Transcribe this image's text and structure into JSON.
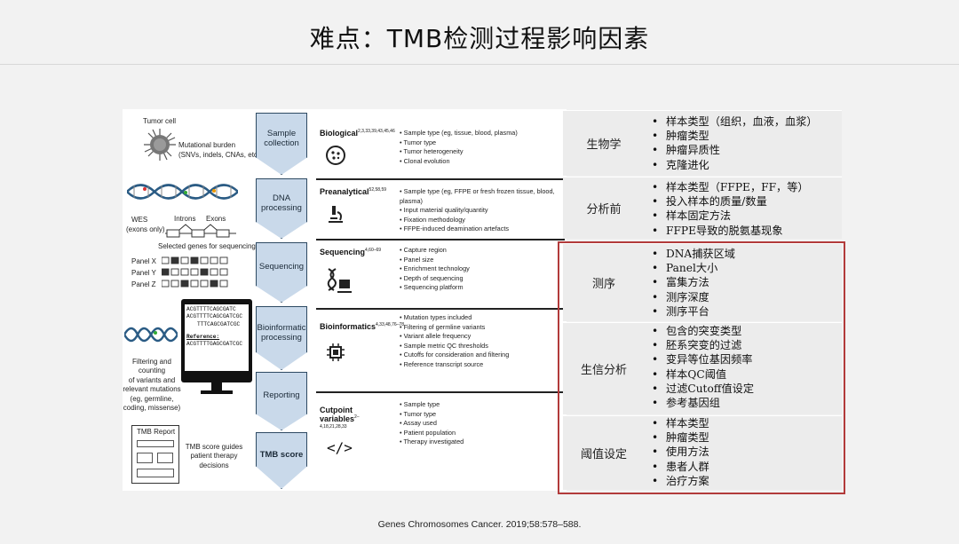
{
  "slide": {
    "title": "难点：TMB检测过程影响因素",
    "citation": "Genes Chromosomes Cancer. 2019;58:578–588."
  },
  "figure": {
    "tumor_cell": "Tumor cell",
    "mutational_burden": "Mutational burden",
    "mutational_burden_detail": "(SNVs, indels, CNAs, etc)",
    "wes": "WES",
    "wes_detail": "(exons only)",
    "introns": "Introns",
    "exons": "Exons",
    "selected_genes": "Selected genes for sequencing",
    "panels": [
      "Panel X",
      "Panel Y",
      "Panel Z"
    ],
    "monitor_lines": [
      "ACGTTTTCAGCGATC",
      "ACGTTTTCAGCGATCGC",
      "TTTCAGCGATCGC"
    ],
    "reference_label": "Reference:",
    "reference_seq": "ACGTTTTGAGCGATCGC",
    "filtering_text": [
      "Filtering and counting",
      "of variants and",
      "relevant mutations",
      "(eg, germline,",
      "coding, missense)"
    ],
    "tmb_report": "TMB Report",
    "tmb_guides": [
      "TMB score guides",
      "patient therapy",
      "decisions"
    ],
    "stages": [
      {
        "name": "Sample collection",
        "head": "Biological",
        "refs": "2,3,33,39,43,45,46",
        "bullets": [
          "Sample type (eg, tissue, blood, plasma)",
          "Tumor type",
          "Tumor heterogeneity",
          "Clonal evolution"
        ]
      },
      {
        "name": "DNA processing",
        "head": "Preanalytical",
        "refs": "52,58,59",
        "bullets": [
          "Sample type (eg, FFPE or fresh frozen tissue, blood, plasma)",
          "Input material quality/quantity",
          "Fixation methodology",
          "FFPE-induced deamination artefacts"
        ]
      },
      {
        "name": "Sequencing",
        "head": "Sequencing",
        "refs": "4,60–69",
        "bullets": [
          "Capture region",
          "Panel size",
          "Enrichment technology",
          "Depth of sequencing",
          "Sequencing platform"
        ]
      },
      {
        "name": "Bioinformatic processing",
        "head": "Bioinformatics",
        "refs": "4,33,48,76–78",
        "bullets": [
          "Mutation types included",
          "Filtering of germline variants",
          "Variant allele frequency",
          "Sample metric QC thresholds",
          "Cutoffs for consideration and filtering",
          "Reference transcript source"
        ]
      },
      {
        "name": "Reporting",
        "head": "Cutpoint variables",
        "refs": "2–4,18,21,28,33",
        "bullets": [
          "Sample type",
          "Tumor type",
          "Assay used",
          "Patient population",
          "Therapy investigated"
        ]
      },
      {
        "name": "TMB score",
        "head": "",
        "refs": "",
        "bullets": []
      }
    ]
  },
  "table": [
    {
      "label": "生物学",
      "items": [
        "样本类型（组织，血液，血浆）",
        "肿瘤类型",
        "肿瘤异质性",
        "克隆进化"
      ]
    },
    {
      "label": "分析前",
      "items": [
        "样本类型（FFPE，FF，等）",
        "投入样本的质量/数量",
        "样本固定方法",
        "FFPE导致的脱氨基现象"
      ]
    },
    {
      "label": "测序",
      "items": [
        "DNA捕获区域",
        "Panel大小",
        "富集方法",
        "测序深度",
        "测序平台"
      ]
    },
    {
      "label": "生信分析",
      "items": [
        "包含的突变类型",
        "胚系突变的过滤",
        "变异等位基因频率",
        "样本QC阈值",
        "过滤Cutoff值设定",
        "参考基因组"
      ]
    },
    {
      "label": "阈值设定",
      "items": [
        "样本类型",
        "肿瘤类型",
        "使用方法",
        "患者人群",
        "治疗方案"
      ]
    }
  ]
}
